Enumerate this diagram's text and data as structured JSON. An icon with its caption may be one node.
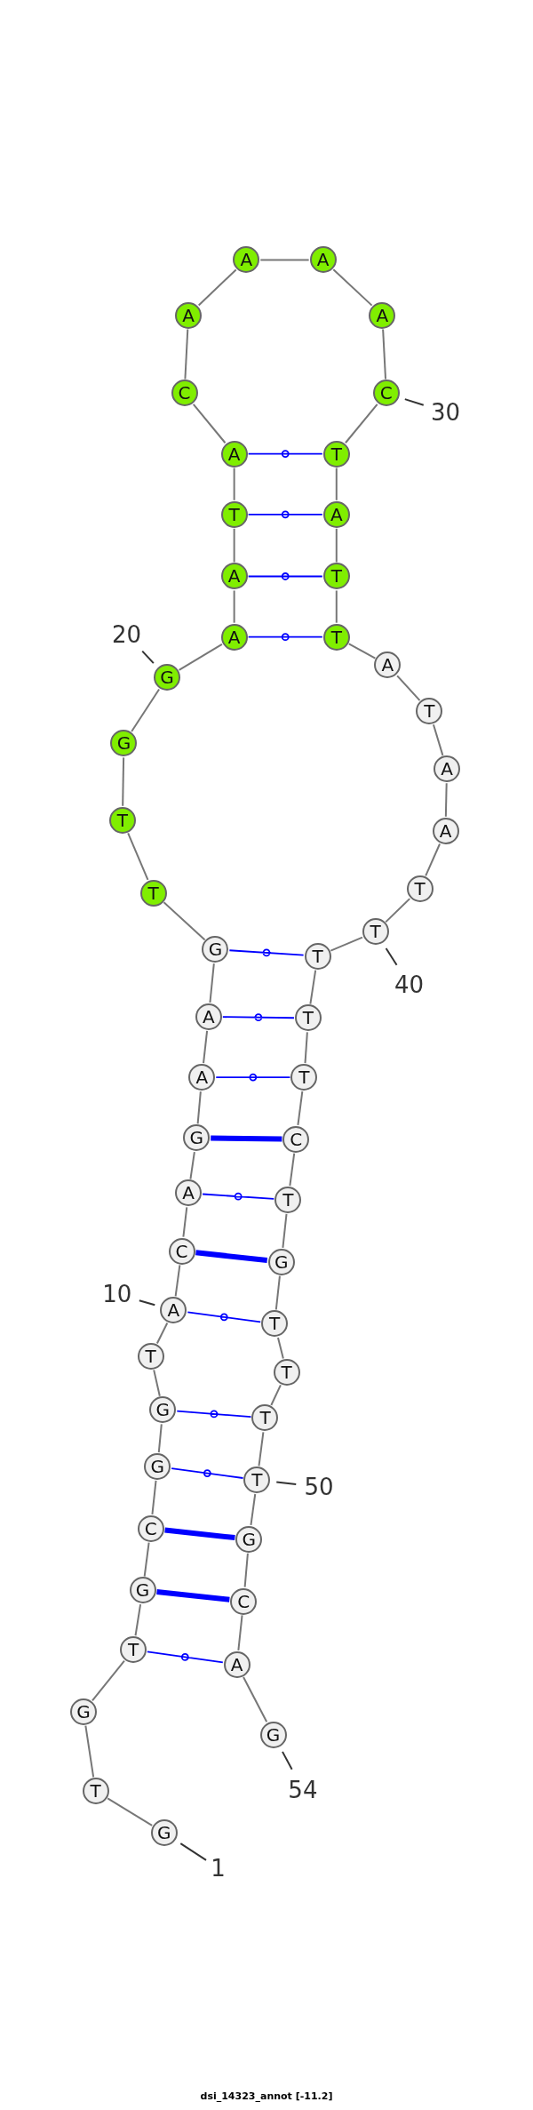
{
  "diagram": {
    "caption": "dsi_14323_annot [-11.2]",
    "nodes": [
      {
        "text": [
          "G"
        ]
      },
      {
        "text": [
          "T"
        ]
      },
      {
        "text": [
          "G"
        ]
      },
      {
        "text": [
          "T"
        ]
      },
      {
        "text": [
          "G"
        ]
      },
      {
        "text": [
          "C"
        ]
      },
      {
        "text": [
          "G"
        ]
      },
      {
        "text": [
          "G"
        ]
      },
      {
        "text": [
          "T"
        ]
      },
      {
        "text": [
          "A"
        ]
      },
      {
        "text": [
          "C"
        ]
      },
      {
        "text": [
          "A"
        ]
      },
      {
        "text": [
          "G"
        ]
      },
      {
        "text": [
          "A"
        ]
      },
      {
        "text": [
          "A"
        ]
      },
      {
        "text": [
          "G"
        ]
      },
      {
        "text": [
          "T"
        ]
      },
      {
        "text": [
          "T"
        ]
      },
      {
        "text": [
          "G"
        ]
      },
      {
        "text": [
          "G"
        ]
      },
      {
        "text": [
          "A"
        ]
      },
      {
        "text": [
          "A"
        ]
      },
      {
        "text": [
          "T"
        ]
      },
      {
        "text": [
          "A"
        ]
      },
      {
        "text": [
          "C"
        ]
      },
      {
        "text": [
          "A"
        ]
      },
      {
        "text": [
          "A"
        ]
      },
      {
        "text": [
          "A"
        ]
      },
      {
        "text": [
          "A"
        ]
      },
      {
        "text": [
          "C"
        ]
      },
      {
        "text": [
          "T"
        ]
      },
      {
        "text": [
          "A"
        ]
      },
      {
        "text": [
          "T"
        ]
      },
      {
        "text": [
          "T"
        ]
      },
      {
        "text": [
          "A"
        ]
      },
      {
        "text": [
          "T"
        ]
      },
      {
        "text": [
          "A"
        ]
      },
      {
        "text": [
          "A"
        ]
      },
      {
        "text": [
          "T"
        ]
      },
      {
        "text": [
          "T"
        ]
      },
      {
        "text": [
          "T"
        ]
      },
      {
        "text": [
          "T"
        ]
      },
      {
        "text": [
          "T"
        ]
      },
      {
        "text": [
          "C"
        ]
      },
      {
        "text": [
          "T"
        ]
      },
      {
        "text": [
          "G"
        ]
      },
      {
        "text": [
          "T"
        ]
      },
      {
        "text": [
          "T"
        ]
      },
      {
        "text": [
          "T"
        ]
      },
      {
        "text": [
          "T"
        ]
      },
      {
        "text": [
          "G"
        ]
      },
      {
        "text": [
          "C"
        ]
      },
      {
        "text": [
          "A"
        ]
      },
      {
        "text": [
          "G"
        ]
      },
      {
        "text": [
          "1"
        ]
      },
      {
        "text": [
          "10"
        ]
      },
      {
        "text": [
          "20"
        ]
      },
      {
        "text": [
          "30"
        ]
      },
      {
        "text": [
          "40"
        ]
      },
      {
        "text": [
          "50"
        ]
      },
      {
        "text": [
          "54"
        ]
      }
    ],
    "edges": [
      {
        "from": 0,
        "to": 1,
        "arrow": "none"
      },
      {
        "from": 1,
        "to": 2,
        "arrow": "none"
      },
      {
        "from": 2,
        "to": 3,
        "arrow": "none"
      },
      {
        "from": 3,
        "to": 4,
        "arrow": "none"
      },
      {
        "from": 4,
        "to": 5,
        "arrow": "none"
      },
      {
        "from": 5,
        "to": 6,
        "arrow": "none"
      },
      {
        "from": 6,
        "to": 7,
        "arrow": "none"
      },
      {
        "from": 7,
        "to": 8,
        "arrow": "none"
      },
      {
        "from": 8,
        "to": 9,
        "arrow": "none"
      },
      {
        "from": 9,
        "to": 10,
        "arrow": "none"
      },
      {
        "from": 10,
        "to": 11,
        "arrow": "none"
      },
      {
        "from": 11,
        "to": 12,
        "arrow": "none"
      },
      {
        "from": 12,
        "to": 13,
        "arrow": "none"
      },
      {
        "from": 13,
        "to": 14,
        "arrow": "none"
      },
      {
        "from": 14,
        "to": 15,
        "arrow": "none"
      },
      {
        "from": 15,
        "to": 16,
        "arrow": "none"
      },
      {
        "from": 16,
        "to": 17,
        "arrow": "none"
      },
      {
        "from": 17,
        "to": 18,
        "arrow": "none"
      },
      {
        "from": 18,
        "to": 19,
        "arrow": "none"
      },
      {
        "from": 19,
        "to": 20,
        "arrow": "none"
      },
      {
        "from": 20,
        "to": 21,
        "arrow": "none"
      },
      {
        "from": 21,
        "to": 22,
        "arrow": "none"
      },
      {
        "from": 22,
        "to": 23,
        "arrow": "none"
      },
      {
        "from": 23,
        "to": 24,
        "arrow": "none"
      },
      {
        "from": 24,
        "to": 25,
        "arrow": "none"
      },
      {
        "from": 25,
        "to": 26,
        "arrow": "none"
      },
      {
        "from": 26,
        "to": 27,
        "arrow": "none"
      },
      {
        "from": 27,
        "to": 28,
        "arrow": "none"
      },
      {
        "from": 28,
        "to": 29,
        "arrow": "none"
      },
      {
        "from": 29,
        "to": 30,
        "arrow": "none"
      },
      {
        "from": 30,
        "to": 31,
        "arrow": "none"
      },
      {
        "from": 31,
        "to": 32,
        "arrow": "none"
      },
      {
        "from": 32,
        "to": 33,
        "arrow": "none"
      },
      {
        "from": 33,
        "to": 34,
        "arrow": "none"
      },
      {
        "from": 34,
        "to": 35,
        "arrow": "none"
      },
      {
        "from": 35,
        "to": 36,
        "arrow": "none"
      },
      {
        "from": 36,
        "to": 37,
        "arrow": "none"
      },
      {
        "from": 37,
        "to": 38,
        "arrow": "none"
      },
      {
        "from": 38,
        "to": 39,
        "arrow": "none"
      },
      {
        "from": 39,
        "to": 40,
        "arrow": "none"
      },
      {
        "from": 40,
        "to": 41,
        "arrow": "none"
      },
      {
        "from": 41,
        "to": 42,
        "arrow": "none"
      },
      {
        "from": 42,
        "to": 43,
        "arrow": "none"
      },
      {
        "from": 43,
        "to": 44,
        "arrow": "none"
      },
      {
        "from": 44,
        "to": 45,
        "arrow": "none"
      },
      {
        "from": 45,
        "to": 46,
        "arrow": "none"
      },
      {
        "from": 46,
        "to": 47,
        "arrow": "none"
      },
      {
        "from": 47,
        "to": 48,
        "arrow": "none"
      },
      {
        "from": 48,
        "to": 49,
        "arrow": "none"
      },
      {
        "from": 49,
        "to": 50,
        "arrow": "none"
      },
      {
        "from": 50,
        "to": 51,
        "arrow": "none"
      },
      {
        "from": 51,
        "to": 52,
        "arrow": "none"
      },
      {
        "from": 52,
        "to": 53,
        "arrow": "none"
      },
      {
        "from": 3,
        "to": 52,
        "arrow": "none",
        "color": "#0000ff"
      },
      {
        "from": 4,
        "to": 51,
        "arrow": "none",
        "style": "thick",
        "color": "#0000ff"
      },
      {
        "from": 5,
        "to": 50,
        "arrow": "none",
        "style": "thick",
        "color": "#0000ff"
      },
      {
        "from": 6,
        "to": 49,
        "arrow": "none",
        "color": "#0000ff"
      },
      {
        "from": 7,
        "to": 48,
        "arrow": "none",
        "color": "#0000ff"
      },
      {
        "from": 9,
        "to": 46,
        "arrow": "none",
        "color": "#0000ff"
      },
      {
        "from": 10,
        "to": 45,
        "arrow": "none",
        "style": "thick",
        "color": "#0000ff"
      },
      {
        "from": 11,
        "to": 44,
        "arrow": "none",
        "color": "#0000ff"
      },
      {
        "from": 12,
        "to": 43,
        "arrow": "none",
        "style": "thick",
        "color": "#0000ff"
      },
      {
        "from": 13,
        "to": 42,
        "arrow": "none",
        "color": "#0000ff"
      },
      {
        "from": 14,
        "to": 41,
        "arrow": "none",
        "color": "#0000ff"
      },
      {
        "from": 15,
        "to": 40,
        "arrow": "none",
        "color": "#0000ff"
      },
      {
        "from": 20,
        "to": 33,
        "arrow": "none",
        "color": "#0000ff"
      },
      {
        "from": 21,
        "to": 32,
        "arrow": "none",
        "color": "#0000ff"
      },
      {
        "from": 22,
        "to": 31,
        "arrow": "none",
        "color": "#0000ff"
      },
      {
        "from": 23,
        "to": 30,
        "arrow": "none",
        "color": "#0000ff"
      },
      {
        "from": 54,
        "to": 0,
        "arrow": "none"
      },
      {
        "from": 55,
        "to": 9,
        "arrow": "none"
      },
      {
        "from": 56,
        "to": 19,
        "arrow": "none"
      },
      {
        "from": 57,
        "to": 29,
        "arrow": "none"
      },
      {
        "from": 58,
        "to": 39,
        "arrow": "none"
      },
      {
        "from": 59,
        "to": 49,
        "arrow": "none"
      },
      {
        "from": 60,
        "to": 53,
        "arrow": "none"
      }
    ]
  }
}
